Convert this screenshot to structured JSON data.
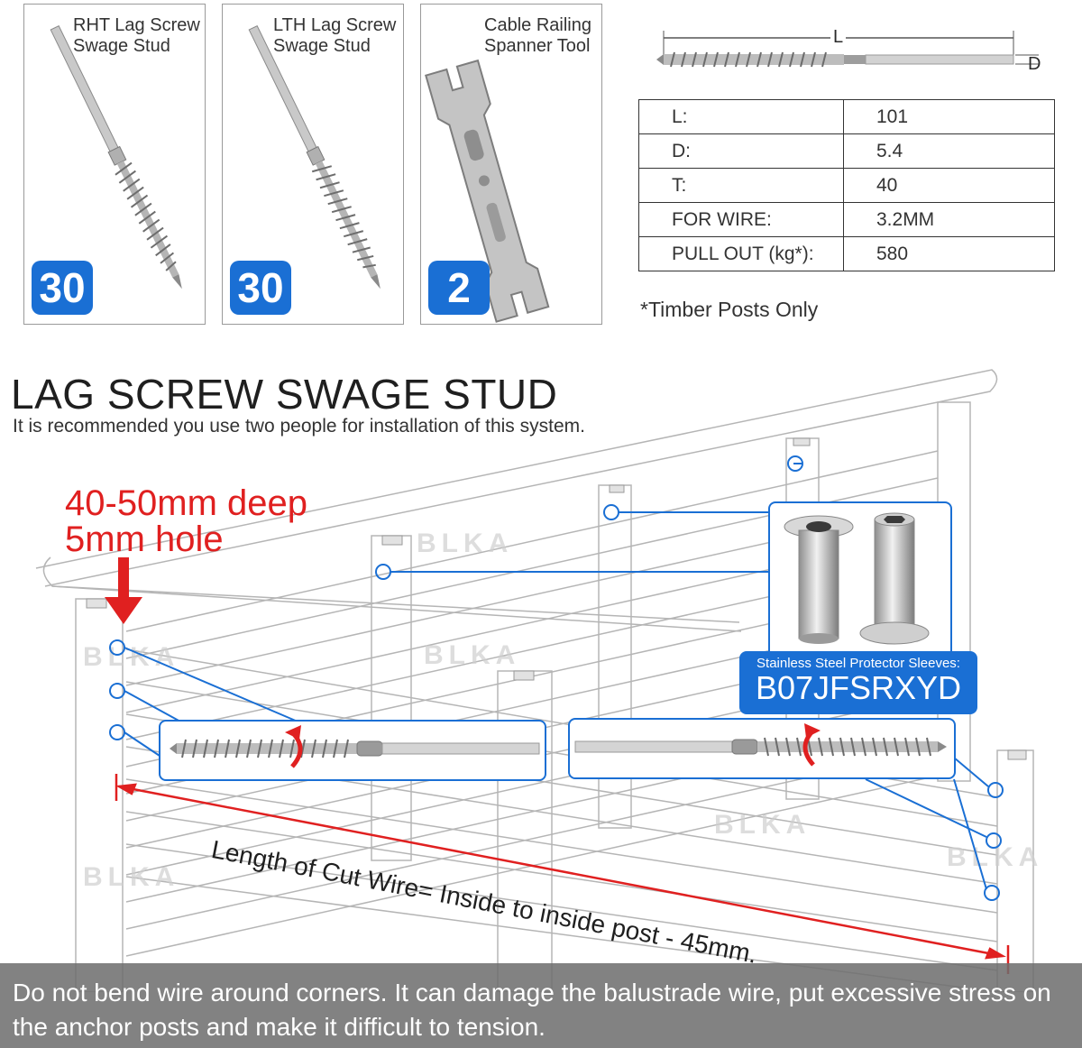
{
  "products": [
    {
      "label": "RHT Lag Screw\nSwage Stud",
      "quantity": "30"
    },
    {
      "label": "LTH Lag Screw\nSwage Stud",
      "quantity": "30"
    },
    {
      "label": "Cable Railing\nSpanner Tool",
      "quantity": "2"
    }
  ],
  "dimension_labels": {
    "length": "L",
    "diameter": "D"
  },
  "specs": [
    {
      "key": "L:",
      "value": "101"
    },
    {
      "key": "D:",
      "value": "5.4"
    },
    {
      "key": "T:",
      "value": "40"
    },
    {
      "key": "FOR WIRE:",
      "value": "3.2MM"
    },
    {
      "key": "PULL OUT (kg*):",
      "value": "580"
    }
  ],
  "spec_note": "*Timber Posts Only",
  "headline": "LAG SCREW SWAGE STUD",
  "subheadline": "It is recommended you use two people for installation of this system.",
  "drill_note": {
    "line1": "40-50mm deep",
    "line2": "5mm hole"
  },
  "sleeve_callout": {
    "caption": "Stainless Steel Protector Sleeves:",
    "sku": "B07JFSRXYD"
  },
  "cut_wire_label": "Length of Cut Wire= Inside to inside post - 45mm.",
  "watermark": "BLKA",
  "bottom_warning": "Do not bend wire around corners. It can damage the balustrade wire, put excessive stress on the anchor posts and make it difficult to tension.",
  "colors": {
    "accent_blue": "#1a6fd4",
    "note_red": "#e02020",
    "band_gray": "#6e6e6e"
  }
}
